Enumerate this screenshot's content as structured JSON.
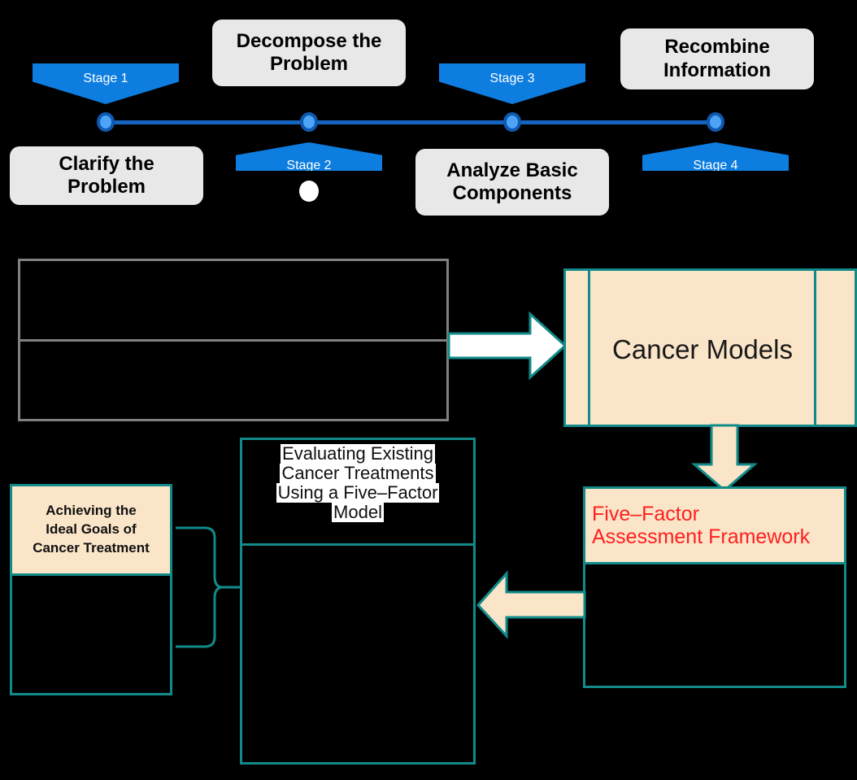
{
  "colors": {
    "background": "#000000",
    "stage_blue": "#0d7de0",
    "timeline_blue": "#1565c0",
    "node_fill": "#4da3f5",
    "node_ring": "#0f59b0",
    "card_gray": "#e8e8e8",
    "peach": "#fae5c8",
    "teal": "#128a8a",
    "gray_border": "#808080",
    "red_text": "#ff1f1f",
    "white": "#ffffff"
  },
  "timeline": {
    "stages": [
      {
        "id": "stage-1",
        "badge": "Stage 1",
        "direction": "down",
        "label": "Clarify the\nProblem",
        "label_position": "below"
      },
      {
        "id": "stage-2",
        "badge": "Stage 2",
        "direction": "up",
        "label": "Decompose the\nProblem",
        "label_position": "above"
      },
      {
        "id": "stage-3",
        "badge": "Stage 3",
        "direction": "down",
        "label": "Analyze Basic\nComponents",
        "label_position": "below"
      },
      {
        "id": "stage-4",
        "badge": "Stage 4",
        "direction": "up",
        "label": "Recombine\nInformation",
        "label_position": "above"
      }
    ],
    "cards": {
      "clarify": {
        "line1": "Clarify the",
        "line2": "Problem"
      },
      "decompose": {
        "line1": "Decompose the",
        "line2": "Problem"
      },
      "analyze": {
        "line1": "Analyze Basic",
        "line2": "Components"
      },
      "recombine": {
        "line1": "Recombine",
        "line2": "Information"
      }
    }
  },
  "flow": {
    "left_table": {
      "row1": "",
      "row2": ""
    },
    "cancer_models": {
      "title": "Cancer Models"
    },
    "five_factor": {
      "line1": "Five–Factor",
      "line2": "Assessment Framework",
      "body": ""
    },
    "evaluating": {
      "title_lines": [
        "Evaluating Existing",
        "Cancer Treatments",
        "Using a Five–Factor",
        "Model"
      ],
      "body": ""
    },
    "achieving": {
      "line1": "Achieving the",
      "line2": "Ideal Goals of",
      "line3": "Cancer Treatment",
      "body": ""
    },
    "arrows": {
      "to_cancer_models": "arrow-right-white",
      "to_five_factor": "arrow-down-peach",
      "to_evaluating": "arrow-left-peach",
      "brace": "curly-brace-connector"
    }
  }
}
